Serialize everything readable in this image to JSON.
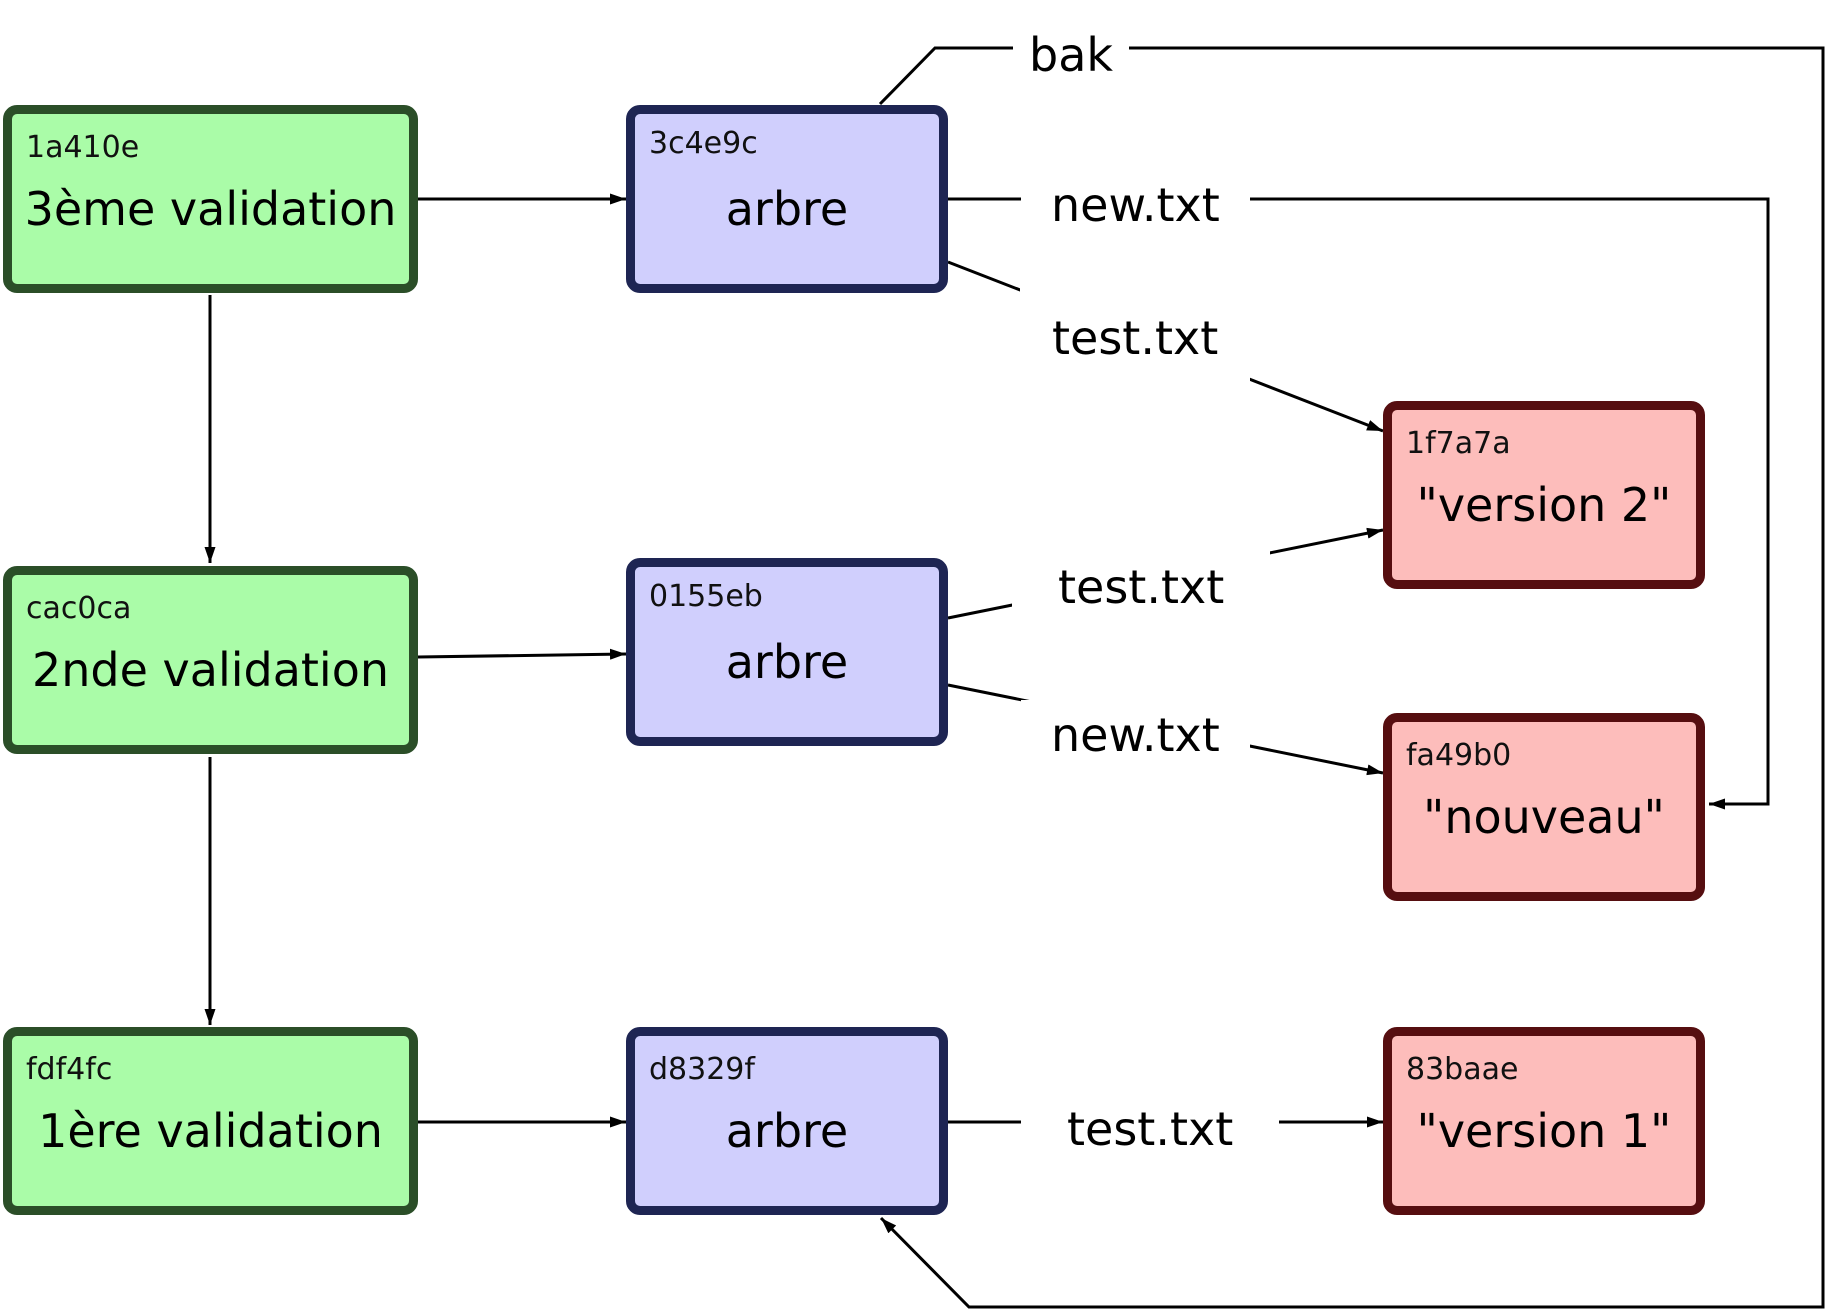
{
  "commits": [
    {
      "hash": "1a410e",
      "label": "3ème validation"
    },
    {
      "hash": "cac0ca",
      "label": "2nde validation"
    },
    {
      "hash": "fdf4fc",
      "label": "1ère validation"
    }
  ],
  "trees": [
    {
      "hash": "3c4e9c",
      "label": "arbre"
    },
    {
      "hash": "0155eb",
      "label": "arbre"
    },
    {
      "hash": "d8329f",
      "label": "arbre"
    }
  ],
  "blobs": [
    {
      "hash": "1f7a7a",
      "label": "\"version 2\""
    },
    {
      "hash": "fa49b0",
      "label": "\"nouveau\""
    },
    {
      "hash": "83baae",
      "label": "\"version 1\""
    }
  ],
  "edge_labels": {
    "bak": "bak",
    "tree1_new": "new.txt",
    "tree1_test": "test.txt",
    "tree2_test": "test.txt",
    "tree2_new": "new.txt",
    "tree3_test": "test.txt"
  },
  "colors": {
    "commit_fill": "#aafca8",
    "commit_border": "#2b4e28",
    "tree_fill": "#d0cffd",
    "tree_border": "#1e2553",
    "blob_fill": "#fdbdbb",
    "blob_border": "#560e10",
    "edge": "#000000"
  }
}
